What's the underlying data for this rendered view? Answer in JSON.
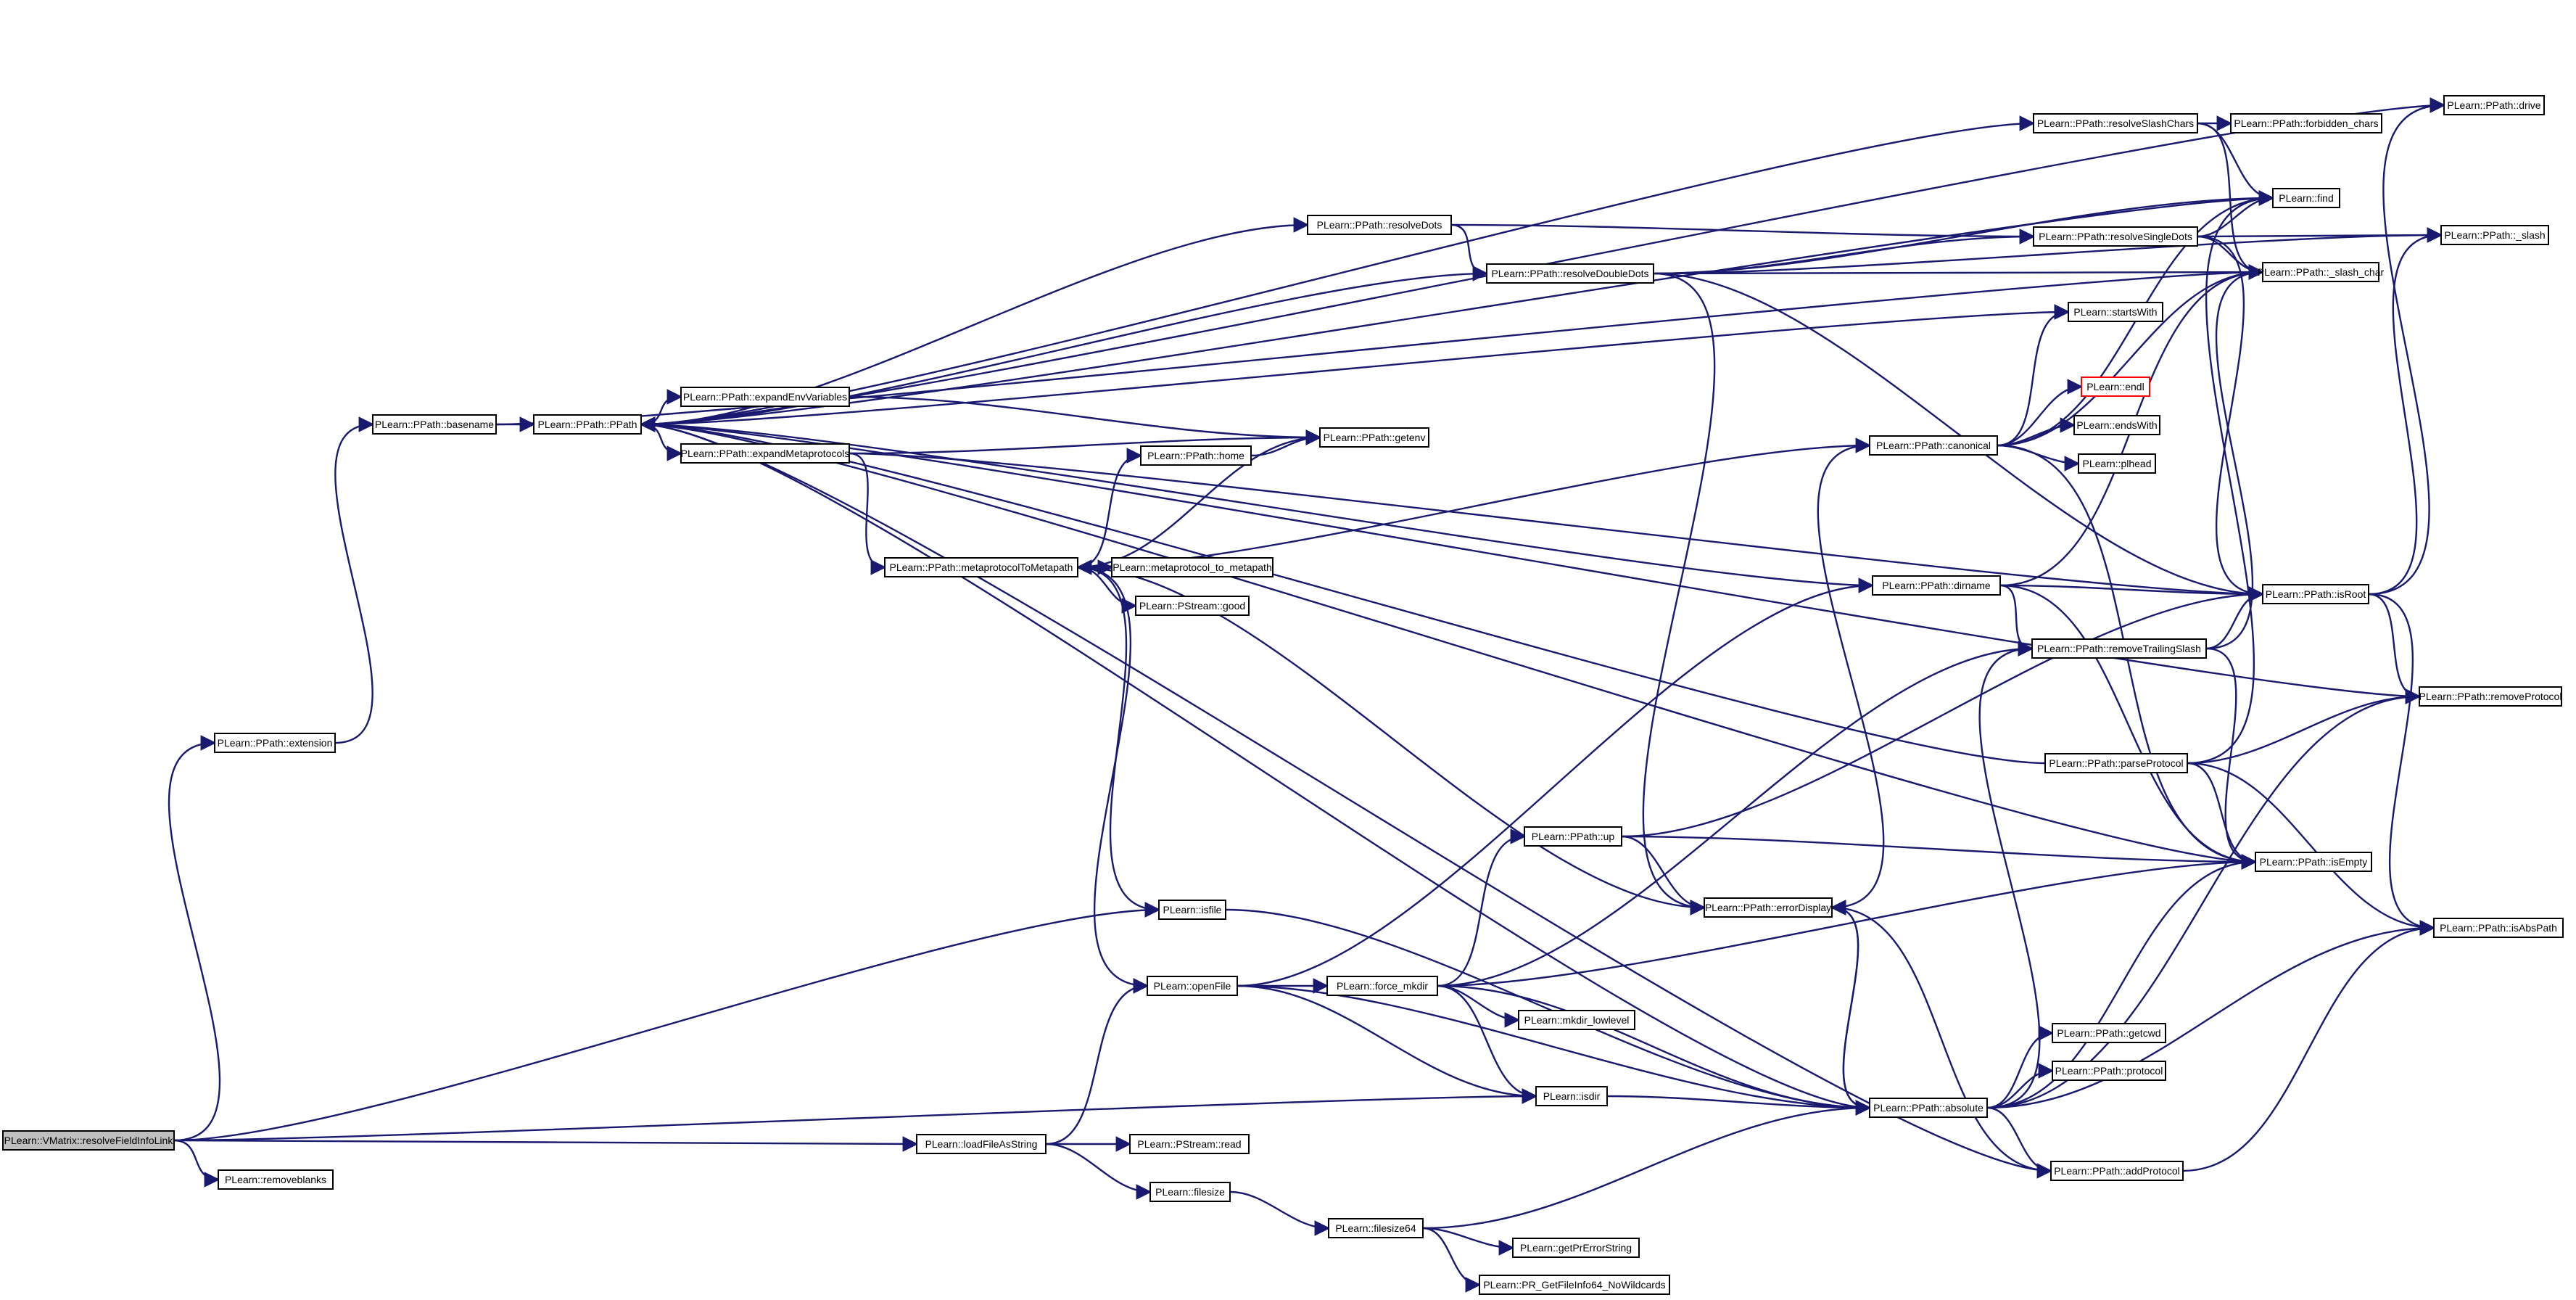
{
  "graph": {
    "edge_color": "#191970",
    "root_fill": "#bfbfbf",
    "missing_border": "#ff0000",
    "nodes": [
      {
        "id": "resolveFieldInfoLink",
        "label": "PLearn::VMatrix::resolveFieldInfoLink",
        "root": true
      },
      {
        "id": "extension",
        "label": "PLearn::PPath::extension"
      },
      {
        "id": "removeblanks",
        "label": "PLearn::removeblanks"
      },
      {
        "id": "basename",
        "label": "PLearn::PPath::basename"
      },
      {
        "id": "PPath",
        "label": "PLearn::PPath::PPath"
      },
      {
        "id": "expandEnvVariables",
        "label": "PLearn::PPath::expandEnvVariables"
      },
      {
        "id": "expandMetaprotocols",
        "label": "PLearn::PPath::expandMetaprotocols"
      },
      {
        "id": "getenv",
        "label": "PLearn::PPath::getenv"
      },
      {
        "id": "home",
        "label": "PLearn::PPath::home"
      },
      {
        "id": "metaprotocolToMetapath",
        "label": "PLearn::PPath::metaprotocolToMetapath"
      },
      {
        "id": "metaprotocol_to_metapath",
        "label": "PLearn::metaprotocol_to_metapath"
      },
      {
        "id": "good",
        "label": "PLearn::PStream::good"
      },
      {
        "id": "resolveDots",
        "label": "PLearn::PPath::resolveDots"
      },
      {
        "id": "resolveDoubleDots",
        "label": "PLearn::PPath::resolveDoubleDots"
      },
      {
        "id": "resolveSlashChars",
        "label": "PLearn::PPath::resolveSlashChars"
      },
      {
        "id": "forbidden_chars",
        "label": "PLearn::PPath::forbidden_chars"
      },
      {
        "id": "resolveSingleDots",
        "label": "PLearn::PPath::resolveSingleDots"
      },
      {
        "id": "find",
        "label": "PLearn::find"
      },
      {
        "id": "slash_char",
        "label": "PLearn::PPath::_slash_char"
      },
      {
        "id": "slash",
        "label": "PLearn::PPath::_slash"
      },
      {
        "id": "drive",
        "label": "PLearn::PPath::drive"
      },
      {
        "id": "startsWith",
        "label": "PLearn::startsWith"
      },
      {
        "id": "endl",
        "label": "PLearn::endl",
        "missing": true
      },
      {
        "id": "canonical",
        "label": "PLearn::PPath::canonical"
      },
      {
        "id": "endsWith",
        "label": "PLearn::endsWith"
      },
      {
        "id": "plhead",
        "label": "PLearn::plhead"
      },
      {
        "id": "dirname",
        "label": "PLearn::PPath::dirname"
      },
      {
        "id": "removeTrailingSlash",
        "label": "PLearn::PPath::removeTrailingSlash"
      },
      {
        "id": "isRoot",
        "label": "PLearn::PPath::isRoot"
      },
      {
        "id": "removeProtocol",
        "label": "PLearn::PPath::removeProtocol"
      },
      {
        "id": "parseProtocol",
        "label": "PLearn::PPath::parseProtocol"
      },
      {
        "id": "isEmpty",
        "label": "PLearn::PPath::isEmpty"
      },
      {
        "id": "up",
        "label": "PLearn::PPath::up"
      },
      {
        "id": "errorDisplay",
        "label": "PLearn::PPath::errorDisplay"
      },
      {
        "id": "isfile",
        "label": "PLearn::isfile"
      },
      {
        "id": "openFile",
        "label": "PLearn::openFile"
      },
      {
        "id": "force_mkdir",
        "label": "PLearn::force_mkdir"
      },
      {
        "id": "mkdir_lowlevel",
        "label": "PLearn::mkdir_lowlevel"
      },
      {
        "id": "isdir",
        "label": "PLearn::isdir"
      },
      {
        "id": "absolute",
        "label": "PLearn::PPath::absolute"
      },
      {
        "id": "getcwd",
        "label": "PLearn::PPath::getcwd"
      },
      {
        "id": "protocol",
        "label": "PLearn::PPath::protocol"
      },
      {
        "id": "isAbsPath",
        "label": "PLearn::PPath::isAbsPath"
      },
      {
        "id": "addProtocol",
        "label": "PLearn::PPath::addProtocol"
      },
      {
        "id": "loadFileAsString",
        "label": "PLearn::loadFileAsString"
      },
      {
        "id": "read",
        "label": "PLearn::PStream::read"
      },
      {
        "id": "filesize",
        "label": "PLearn::filesize"
      },
      {
        "id": "filesize64",
        "label": "PLearn::filesize64"
      },
      {
        "id": "getPrErrorString",
        "label": "PLearn::getPrErrorString"
      },
      {
        "id": "PR_GetFileInfo64",
        "label": "PLearn::PR_GetFileInfo64_NoWildcards"
      }
    ],
    "edges": [
      [
        "resolveFieldInfoLink",
        "extension"
      ],
      [
        "resolveFieldInfoLink",
        "isfile"
      ],
      [
        "resolveFieldInfoLink",
        "isdir"
      ],
      [
        "resolveFieldInfoLink",
        "loadFileAsString"
      ],
      [
        "resolveFieldInfoLink",
        "removeblanks"
      ],
      [
        "extension",
        "basename"
      ],
      [
        "basename",
        "PPath"
      ],
      [
        "basename",
        "slash_char"
      ],
      [
        "PPath",
        "expandEnvVariables"
      ],
      [
        "PPath",
        "expandMetaprotocols"
      ],
      [
        "PPath",
        "resolveDots"
      ],
      [
        "PPath",
        "resolveSlashChars"
      ],
      [
        "PPath",
        "startsWith"
      ],
      [
        "PPath",
        "find"
      ],
      [
        "PPath",
        "drive"
      ],
      [
        "PPath",
        "isEmpty"
      ],
      [
        "expandEnvVariables",
        "getenv"
      ],
      [
        "expandMetaprotocols",
        "getenv"
      ],
      [
        "expandMetaprotocols",
        "metaprotocolToMetapath"
      ],
      [
        "expandMetaprotocols",
        "isRoot"
      ],
      [
        "metaprotocolToMetapath",
        "home"
      ],
      [
        "metaprotocolToMetapath",
        "getenv"
      ],
      [
        "metaprotocolToMetapath",
        "metaprotocol_to_metapath"
      ],
      [
        "metaprotocolToMetapath",
        "good"
      ],
      [
        "metaprotocolToMetapath",
        "isfile"
      ],
      [
        "metaprotocolToMetapath",
        "openFile"
      ],
      [
        "metaprotocolToMetapath",
        "errorDisplay"
      ],
      [
        "home",
        "getenv"
      ],
      [
        "resolveDots",
        "resolveDoubleDots"
      ],
      [
        "resolveDots",
        "resolveSingleDots"
      ],
      [
        "resolveDoubleDots",
        "PPath"
      ],
      [
        "resolveDoubleDots",
        "find"
      ],
      [
        "resolveDoubleDots",
        "resolveSingleDots"
      ],
      [
        "resolveDoubleDots",
        "slash_char"
      ],
      [
        "resolveDoubleDots",
        "isRoot"
      ],
      [
        "resolveDoubleDots",
        "errorDisplay"
      ],
      [
        "resolveDoubleDots",
        "slash"
      ],
      [
        "resolveSlashChars",
        "forbidden_chars"
      ],
      [
        "resolveSlashChars",
        "find"
      ],
      [
        "resolveSlashChars",
        "slash_char"
      ],
      [
        "resolveSingleDots",
        "find"
      ],
      [
        "resolveSingleDots",
        "slash_char"
      ],
      [
        "resolveSingleDots",
        "slash"
      ],
      [
        "resolveSingleDots",
        "isRoot"
      ],
      [
        "canonical",
        "metaprotocolToMetapath"
      ],
      [
        "canonical",
        "startsWith"
      ],
      [
        "canonical",
        "slash_char"
      ],
      [
        "canonical",
        "endl"
      ],
      [
        "canonical",
        "endsWith"
      ],
      [
        "canonical",
        "plhead"
      ],
      [
        "canonical",
        "isEmpty"
      ],
      [
        "canonical",
        "find"
      ],
      [
        "dirname",
        "PPath"
      ],
      [
        "dirname",
        "isRoot"
      ],
      [
        "dirname",
        "removeTrailingSlash"
      ],
      [
        "dirname",
        "slash_char"
      ],
      [
        "dirname",
        "isEmpty"
      ],
      [
        "removeTrailingSlash",
        "isRoot"
      ],
      [
        "removeTrailingSlash",
        "slash_char"
      ],
      [
        "removeTrailingSlash",
        "isEmpty"
      ],
      [
        "isRoot",
        "slash"
      ],
      [
        "isRoot",
        "removeProtocol"
      ],
      [
        "isRoot",
        "isAbsPath"
      ],
      [
        "isRoot",
        "drive"
      ],
      [
        "removeProtocol",
        "PPath"
      ],
      [
        "parseProtocol",
        "PPath"
      ],
      [
        "parseProtocol",
        "removeProtocol"
      ],
      [
        "parseProtocol",
        "isEmpty"
      ],
      [
        "parseProtocol",
        "isAbsPath"
      ],
      [
        "parseProtocol",
        "find"
      ],
      [
        "up",
        "isRoot"
      ],
      [
        "up",
        "errorDisplay"
      ],
      [
        "up",
        "isEmpty"
      ],
      [
        "errorDisplay",
        "canonical"
      ],
      [
        "errorDisplay",
        "absolute"
      ],
      [
        "isfile",
        "absolute"
      ],
      [
        "openFile",
        "dirname"
      ],
      [
        "openFile",
        "force_mkdir"
      ],
      [
        "openFile",
        "isdir"
      ],
      [
        "openFile",
        "absolute"
      ],
      [
        "force_mkdir",
        "up"
      ],
      [
        "force_mkdir",
        "removeTrailingSlash"
      ],
      [
        "force_mkdir",
        "mkdir_lowlevel"
      ],
      [
        "force_mkdir",
        "isdir"
      ],
      [
        "force_mkdir",
        "absolute"
      ],
      [
        "force_mkdir",
        "isEmpty"
      ],
      [
        "isdir",
        "absolute"
      ],
      [
        "absolute",
        "PPath"
      ],
      [
        "absolute",
        "getcwd"
      ],
      [
        "absolute",
        "protocol"
      ],
      [
        "absolute",
        "isEmpty"
      ],
      [
        "absolute",
        "removeProtocol"
      ],
      [
        "absolute",
        "isAbsPath"
      ],
      [
        "absolute",
        "addProtocol"
      ],
      [
        "absolute",
        "removeTrailingSlash"
      ],
      [
        "absolute",
        "errorDisplay"
      ],
      [
        "addProtocol",
        "PPath"
      ],
      [
        "addProtocol",
        "isAbsPath"
      ],
      [
        "addProtocol",
        "errorDisplay"
      ],
      [
        "loadFileAsString",
        "openFile"
      ],
      [
        "loadFileAsString",
        "read"
      ],
      [
        "loadFileAsString",
        "filesize"
      ],
      [
        "filesize",
        "filesize64"
      ],
      [
        "filesize64",
        "getPrErrorString"
      ],
      [
        "filesize64",
        "PR_GetFileInfo64"
      ],
      [
        "filesize64",
        "absolute"
      ]
    ]
  }
}
